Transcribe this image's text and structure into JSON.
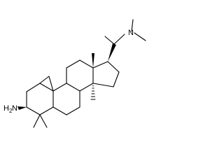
{
  "molecule": {
    "labels": {
      "amine": "N",
      "amine_h": "H",
      "amine_sub": "2",
      "dimethylamino": "N"
    },
    "colors": {
      "bond": "#000000",
      "background": "#ffffff"
    }
  }
}
